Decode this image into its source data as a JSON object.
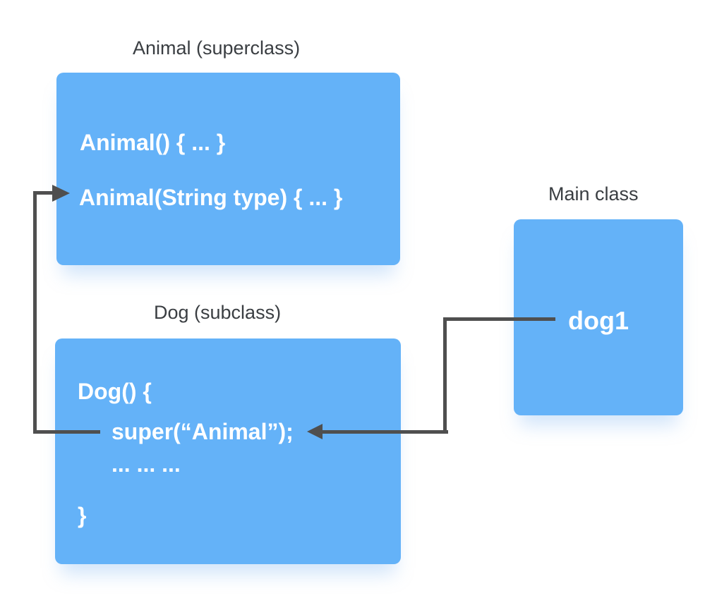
{
  "colors": {
    "box_fill": "#64b2f8",
    "box_text": "#ffffff",
    "connector_line": "#4f4f4f",
    "title_text": "#3a3e42",
    "background": "#ffffff"
  },
  "boxes": {
    "animal": {
      "title": "Animal (superclass)",
      "lines": [
        "Animal() { ... }",
        "Animal(String type) { ... }"
      ]
    },
    "dog": {
      "title": "Dog (subclass)",
      "lines": [
        "Dog() {",
        "super(“Animal”);",
        "... ... ...",
        "}"
      ]
    },
    "main": {
      "title": "Main class",
      "label": "dog1"
    }
  },
  "connectors": [
    {
      "from": "super(“Animal”);",
      "to": "Animal(String type) { ... }",
      "style": "elbow, arrowhead pointing right into Animal box"
    },
    {
      "from": "dog1",
      "to": "super(“Animal”);",
      "style": "elbow, arrowhead pointing left at super call"
    }
  ]
}
